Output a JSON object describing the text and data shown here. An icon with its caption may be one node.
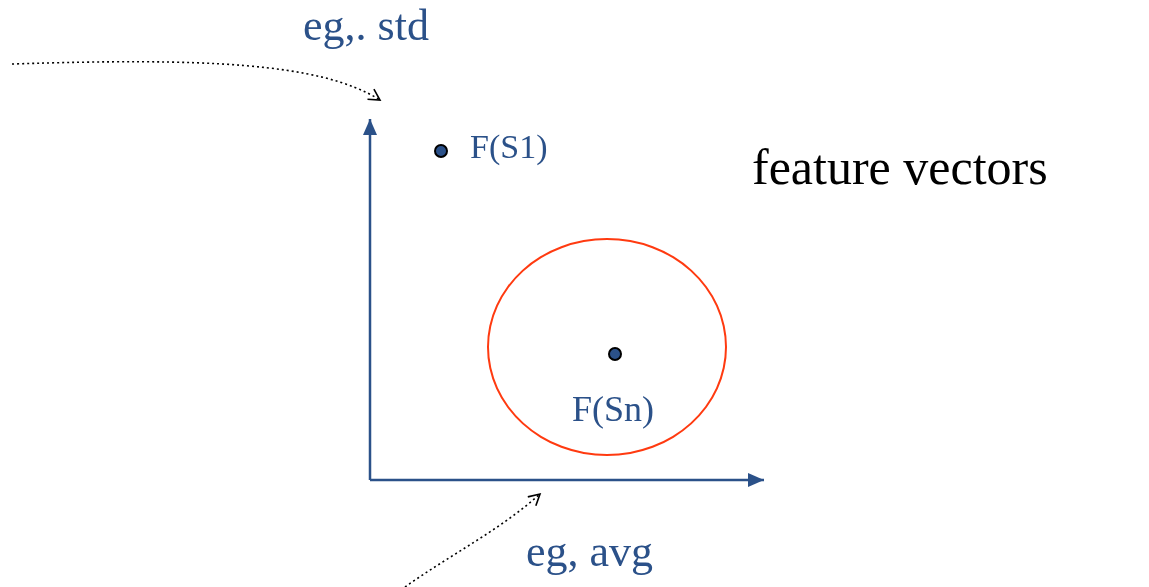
{
  "diagram": {
    "nodes": [
      {
        "text": [
          "eg,. std"
        ]
      },
      {
        "text": [
          "eg, avg"
        ]
      },
      {
        "text": [],
        "shape": "circle",
        "beside": [
          "F(S1)"
        ]
      },
      {
        "text": [],
        "shape": "circle"
      },
      {
        "text": [],
        "shape": "circle",
        "beside": [
          "F(Sn)"
        ],
        "in": 3
      }
    ],
    "edges": [
      {
        "from": null,
        "to": 0,
        "arrow": "to",
        "style": "dashed"
      },
      {
        "from": null,
        "to": 1,
        "arrow": "to",
        "style": "dashed"
      }
    ],
    "labels": [
      "feature vectors"
    ]
  }
}
